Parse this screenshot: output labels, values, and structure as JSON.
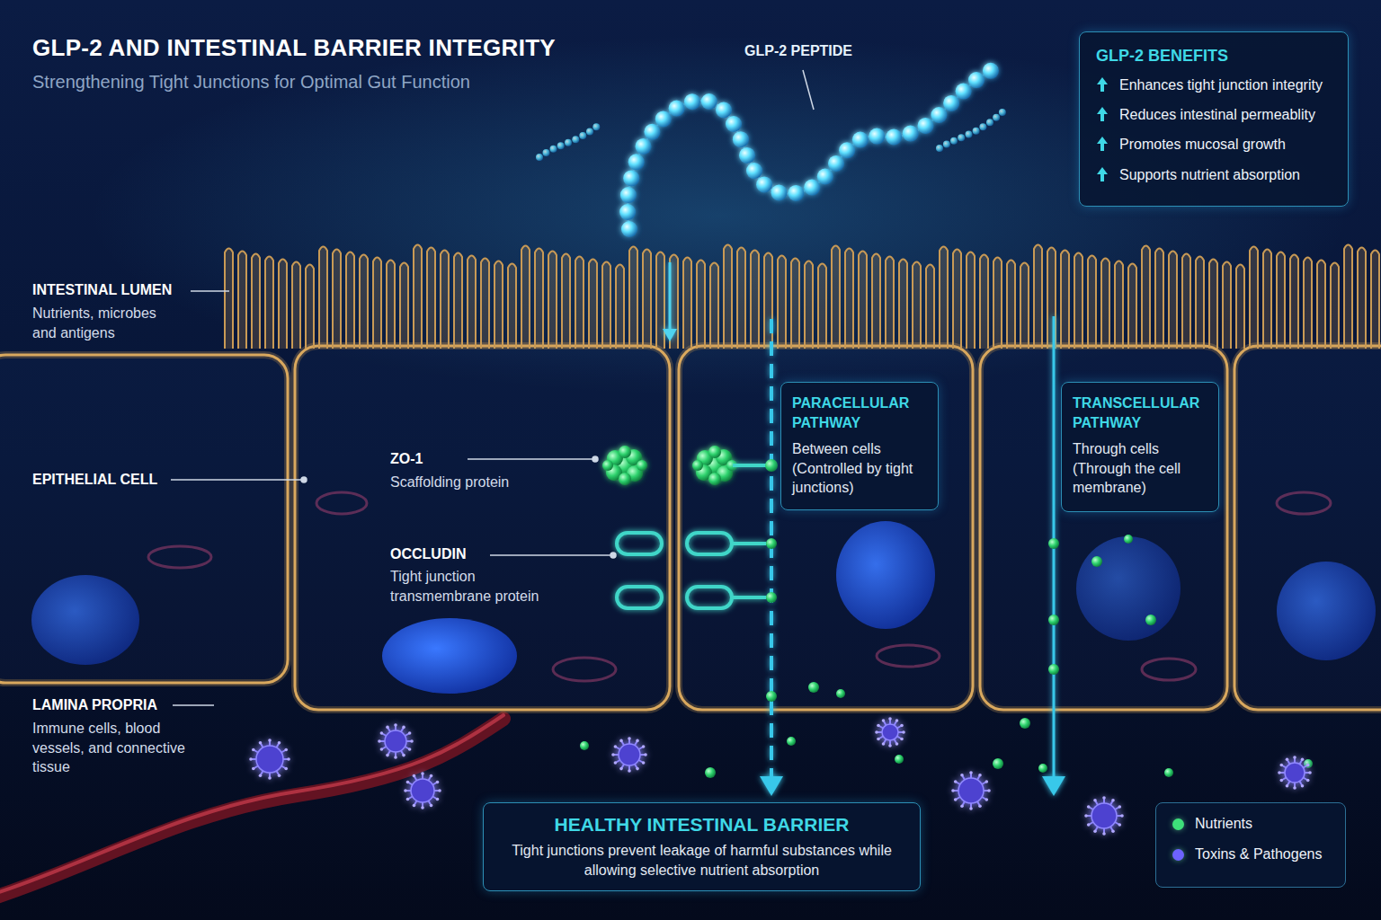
{
  "diagram": {
    "title": "GLP-2 AND INTESTINAL BARRIER INTEGRITY",
    "nodes": [
      {
        "text": [
          "GLP-2 BENEFITS",
          "Enhances tight junction integrity",
          "Reduces intestinal permeablity",
          "Promotes mucosal growth",
          "Supports nutrient absorption"
        ]
      },
      {
        "text": [
          "PARACELLULAR PATHWAY",
          "Between cells (Controlled by tight junctions)"
        ]
      },
      {
        "text": [
          "TRANSCELLULAR PATHWAY",
          "Through cells (Through the cell membrane)"
        ]
      },
      {
        "text": [
          "HEALTHY INTESTINAL BARRIER",
          "Tight junctions prevent leakage of harmful substances while allowing selective nutrient absorption"
        ]
      }
    ],
    "labels": [
      "Strengthening Tight Junctions for Optimal Gut Function",
      "GLP-2 PEPTIDE",
      "INTESTINAL LUMEN",
      "Nutrients, microbes and antigens",
      "EPITHELIAL CELL",
      "ZO-1",
      "Scaffolding protein",
      "OCCLUDIN",
      "Tight junction transmembrane protein",
      "LAMINA PROPRIA",
      "Immune cells, blood vessels, and connective tissue"
    ],
    "legend": [
      {
        "text": "Nutrients",
        "color": "#3ee07a"
      },
      {
        "text": "Toxins & Pathogens",
        "color": "#6d62ff"
      }
    ]
  }
}
